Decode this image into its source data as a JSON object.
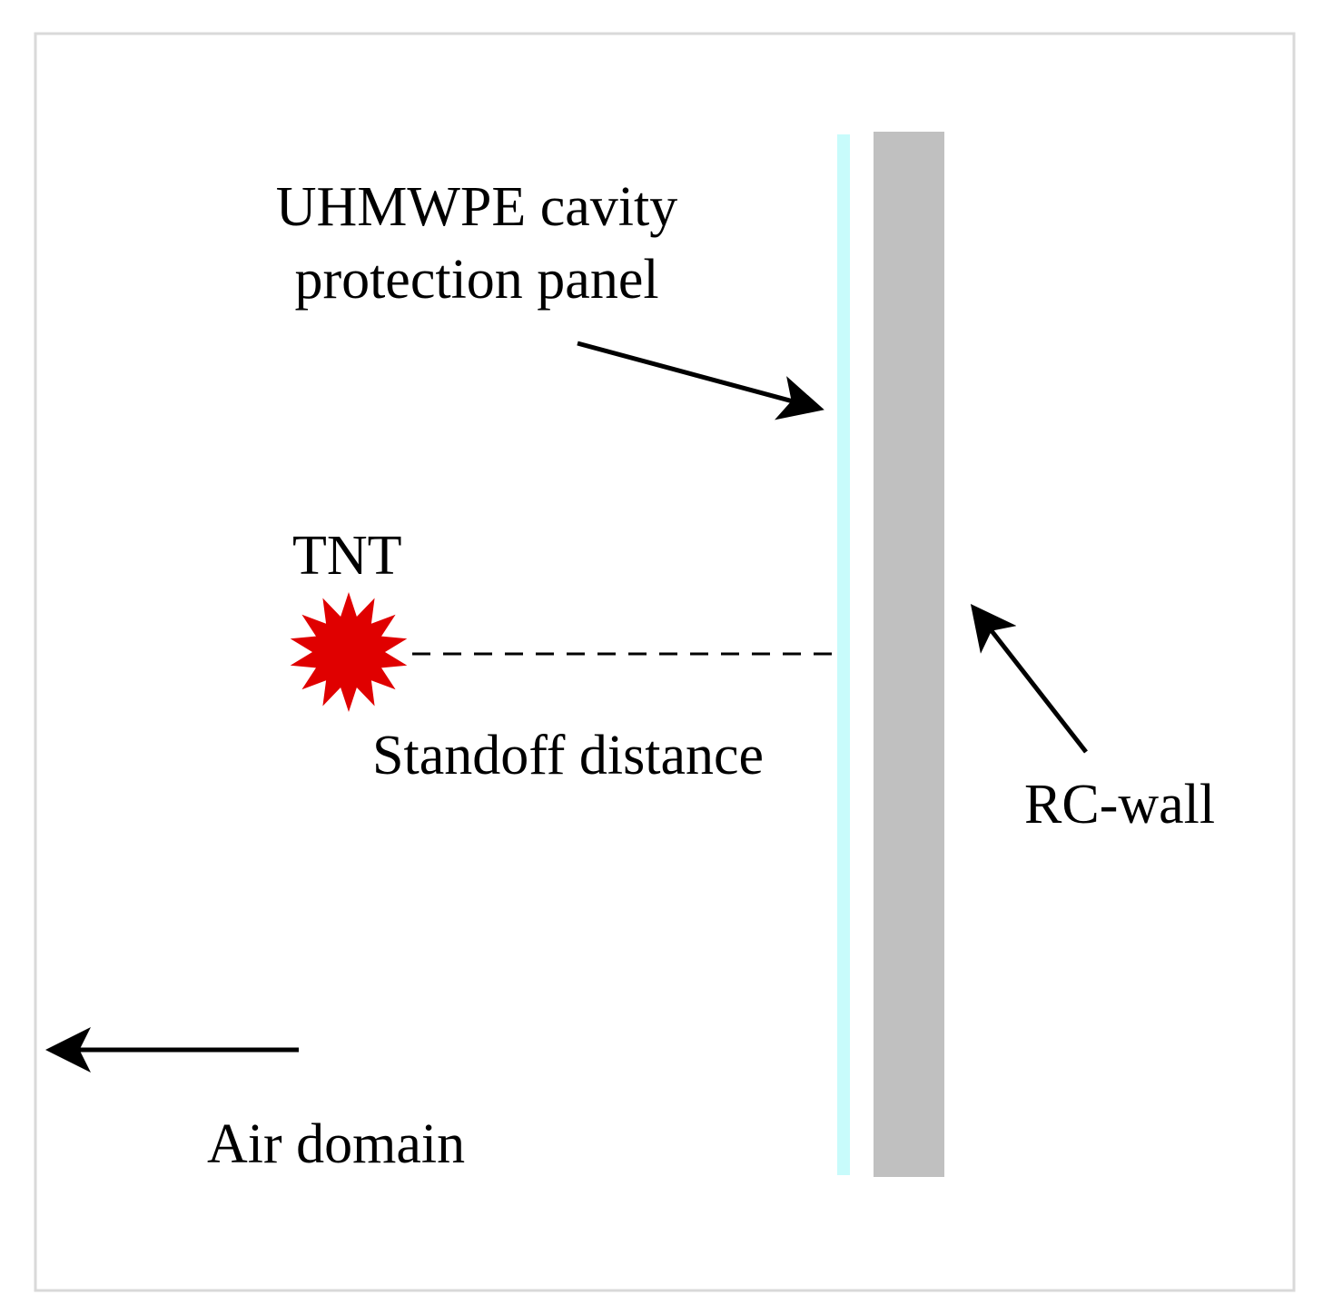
{
  "labels": {
    "panel_line1": "UHMWPE cavity",
    "panel_line2": "protection panel",
    "tnt": "TNT",
    "standoff": "Standoff distance",
    "rc_wall": "RC-wall",
    "air_domain": "Air domain"
  },
  "colors": {
    "panel": "#c8fbfb",
    "wall": "#c0c0c0",
    "explosive": "#e00000",
    "border": "#d9d9d9",
    "line": "#000000"
  },
  "icons": {
    "explosive": "burst-star-icon"
  }
}
